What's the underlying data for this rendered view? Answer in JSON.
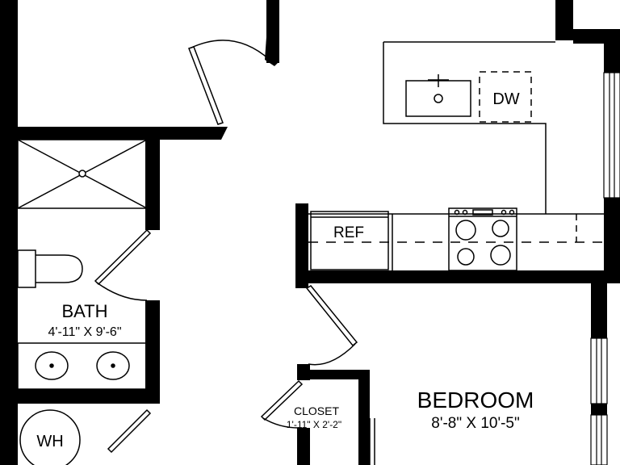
{
  "rooms": {
    "bath": {
      "name": "BATH",
      "dimensions": "4'-11\" X 9'-6\""
    },
    "bedroom": {
      "name": "BEDROOM",
      "dimensions": "8'-8\" X 10'-5\""
    },
    "closet": {
      "name": "CLOSET",
      "dimensions": "1'-11\" X 2'-2\""
    }
  },
  "fixtures": {
    "refrigerator": "REF",
    "dishwasher": "DW",
    "water_heater": "WH"
  },
  "colors": {
    "wall": "#000000",
    "background": "#ffffff"
  }
}
